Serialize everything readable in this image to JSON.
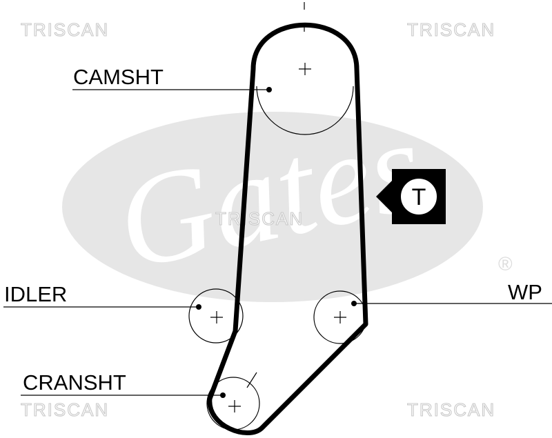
{
  "watermarks": {
    "top_left": "TRISCAN",
    "top_right": "TRISCAN",
    "center": "TRISCAN",
    "bottom_left": "TRISCAN",
    "bottom_right": "TRISCAN"
  },
  "brand": {
    "logo_text": "Gates",
    "registered_mark": "®"
  },
  "labels": {
    "camshaft": "CAMSHT",
    "idler": "IDLER",
    "water_pump": "WP",
    "crankshaft": "CRANSHT",
    "tensioner": "T"
  },
  "colors": {
    "belt": "#000000",
    "watermark": "#c8c8c8",
    "logo": "#e8e8e8"
  }
}
